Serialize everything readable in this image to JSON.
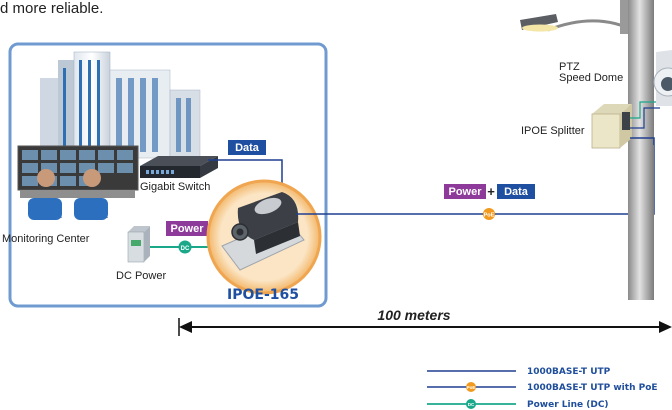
{
  "header": {
    "fragment": "d more reliable."
  },
  "site": {
    "monitoring_center": "Monitoring Center",
    "gigabit_switch": "Gigabit Switch",
    "dc_power": "DC Power",
    "device_name": "IPOE-165"
  },
  "tags": {
    "data": "Data",
    "power": "Power",
    "combo_power": "Power",
    "combo_plus": "+",
    "combo_data": "Data",
    "dc_symbol": "DC",
    "poe_symbol": "PoE"
  },
  "pole": {
    "ptz_line1": "PTZ",
    "ptz_line2": "Speed Dome",
    "splitter": "IPOE Splitter"
  },
  "distance": {
    "label": "100 meters"
  },
  "legend": {
    "items": [
      {
        "label": "1000BASE-T UTP",
        "color": "#1f3f8f",
        "marker": ""
      },
      {
        "label": "1000BASE-T UTP with PoE",
        "color": "#1f3f8f",
        "marker": "PoE"
      },
      {
        "label": "Power Line (DC)",
        "color": "#19a88a",
        "marker": "DC"
      }
    ]
  },
  "colors": {
    "frame": "#6f9bd1",
    "data_tag": "#1f4fa0",
    "power_tag": "#8e3a9a",
    "utp_line": "#1f3f8f",
    "dc_line": "#19a88a",
    "poe_dot": "#f29a1f",
    "device_label": "#1f4fa0"
  }
}
